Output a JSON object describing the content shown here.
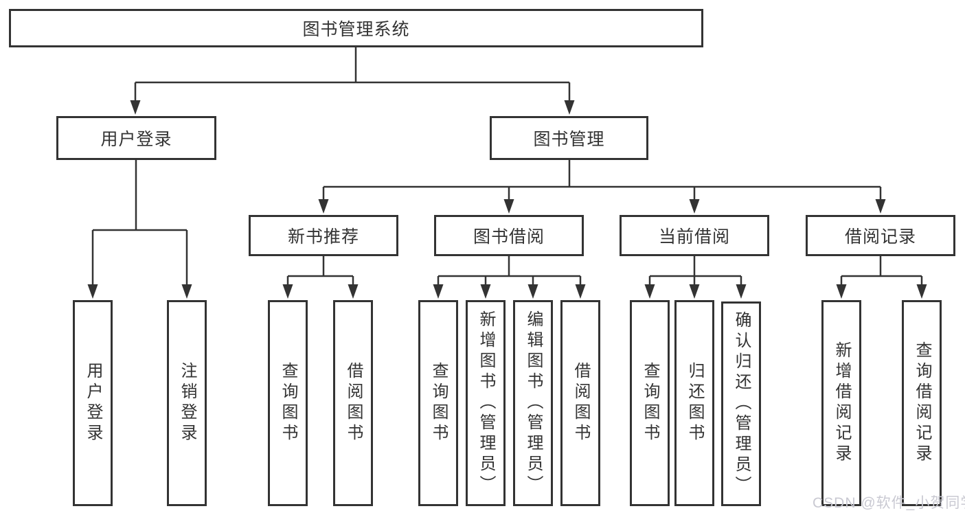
{
  "tree": {
    "label": "图书管理系统",
    "children": [
      {
        "label": "用户登录",
        "children": [
          {
            "label": "用户登录"
          },
          {
            "label": "注销登录"
          }
        ]
      },
      {
        "label": "图书管理",
        "children": [
          {
            "label": "新书推荐",
            "children": [
              {
                "label": "查询图书"
              },
              {
                "label": "借阅图书"
              }
            ]
          },
          {
            "label": "图书借阅",
            "children": [
              {
                "label": "查询图书"
              },
              {
                "label": "新增图书（管理员）"
              },
              {
                "label": "编辑图书（管理员）"
              },
              {
                "label": "借阅图书"
              }
            ]
          },
          {
            "label": "当前借阅",
            "children": [
              {
                "label": "查询图书"
              },
              {
                "label": "归还图书"
              },
              {
                "label": "确认归还（管理员）"
              }
            ]
          },
          {
            "label": "借阅记录",
            "children": [
              {
                "label": "新增借阅记录"
              },
              {
                "label": "查询借阅记录"
              }
            ]
          }
        ]
      }
    ]
  },
  "watermark": {
    "text": "CSDN @软件_小贺同学"
  },
  "colors": {
    "line": "#333333",
    "box_border": "#333333",
    "box_fill": "#ffffff",
    "text": "#333333",
    "watermark": "#c9c9d2"
  }
}
